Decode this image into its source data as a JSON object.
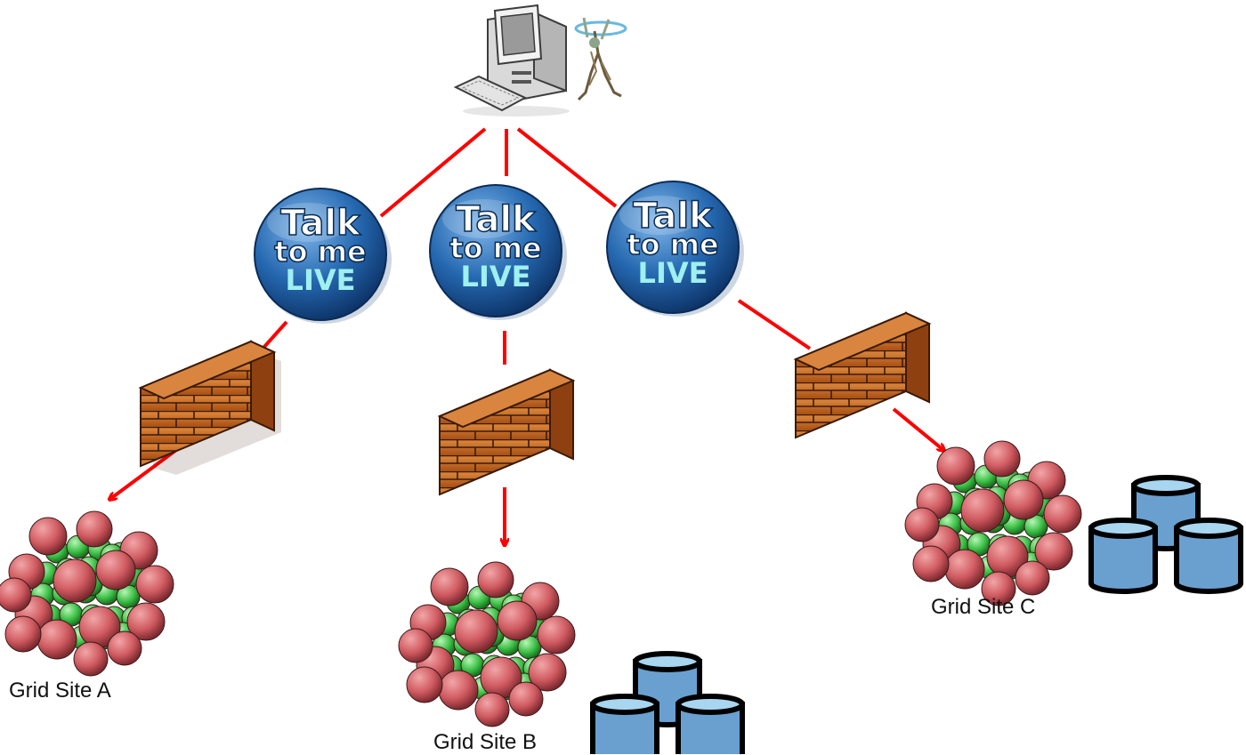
{
  "badges": [
    {
      "line1": "Talk",
      "line2": "to me",
      "line3": "LIVE"
    },
    {
      "line1": "Talk",
      "line2": "to me",
      "line3": "LIVE"
    },
    {
      "line1": "Talk",
      "line2": "to me",
      "line3": "LIVE"
    }
  ],
  "sites": [
    {
      "label": "Grid Site A"
    },
    {
      "label": "Grid Site B"
    },
    {
      "label": "Grid Site C"
    }
  ],
  "colors": {
    "connector": "#ff0000",
    "badge_blue": "#1f5fa8",
    "badge_live": "#9ff0ee",
    "brick": "#c8641e",
    "node_red": "#d45c62",
    "node_green": "#3dc24a",
    "storage_blue": "#6aa0d0"
  },
  "icons": [
    "computer-icon",
    "globus-figure-icon",
    "firewall-icon",
    "compute-cluster-icon",
    "storage-icon"
  ]
}
